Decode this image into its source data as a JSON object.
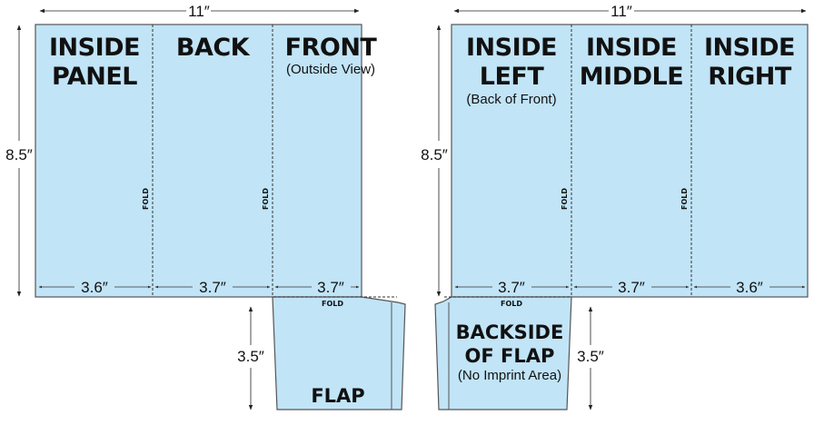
{
  "colors": {
    "paper": "#c1e4f7",
    "outline": "#555555",
    "ink": "#111111"
  },
  "left": {
    "width_label": "11″",
    "height_label": "8.5″",
    "flap_height_label": "3.5″",
    "panels": [
      {
        "title_lines": [
          "INSIDE",
          "PANEL"
        ],
        "subtitle": "",
        "width_label": "3.6″"
      },
      {
        "title_lines": [
          "BACK",
          ""
        ],
        "subtitle": "",
        "width_label": "3.7″"
      },
      {
        "title_lines": [
          "FRONT",
          ""
        ],
        "subtitle": "(Outside View)",
        "width_label": "3.7″"
      }
    ],
    "fold_labels": [
      "FOLD",
      "FOLD"
    ],
    "flap_fold_label": "FOLD",
    "flap": {
      "title_lines": [
        "FLAP",
        ""
      ],
      "subtitle": ""
    }
  },
  "right": {
    "width_label": "11″",
    "height_label": "8.5″",
    "flap_height_label": "3.5″",
    "panels": [
      {
        "title_lines": [
          "INSIDE",
          "LEFT"
        ],
        "subtitle": "(Back of Front)",
        "width_label": "3.7″"
      },
      {
        "title_lines": [
          "INSIDE",
          "MIDDLE"
        ],
        "subtitle": "",
        "width_label": "3.7″"
      },
      {
        "title_lines": [
          "INSIDE",
          "RIGHT"
        ],
        "subtitle": "",
        "width_label": "3.6″"
      }
    ],
    "fold_labels": [
      "FOLD",
      "FOLD"
    ],
    "flap_fold_label": "FOLD",
    "flap": {
      "title_lines": [
        "BACKSIDE",
        "OF FLAP"
      ],
      "subtitle": "(No Imprint Area)"
    }
  }
}
